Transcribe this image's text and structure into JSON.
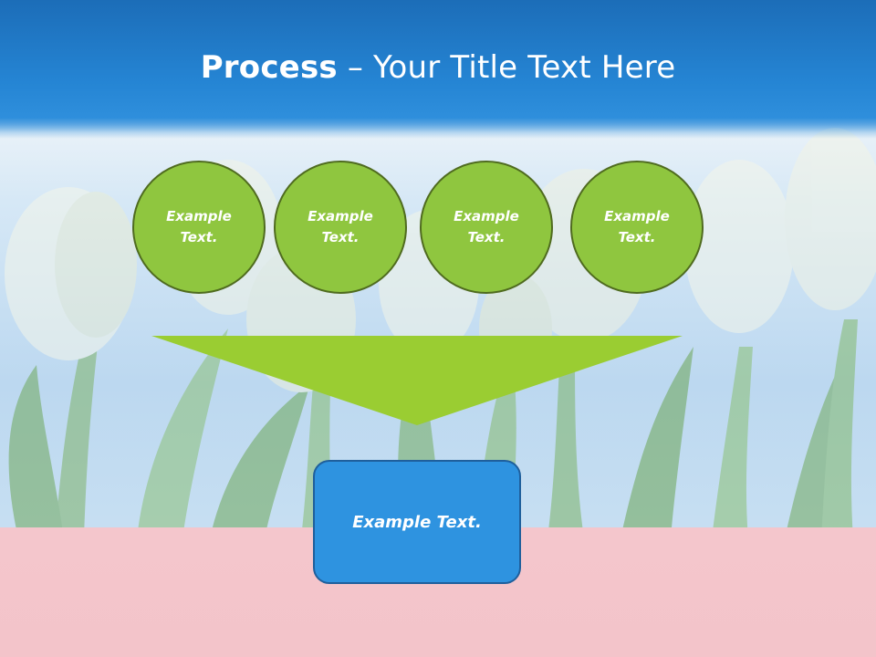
{
  "slide": {
    "title_bold": "Process",
    "title_rest": " – Your Title Text Here"
  },
  "process": {
    "steps": [
      {
        "label": "Example Text."
      },
      {
        "label": "Example Text."
      },
      {
        "label": "Example Text."
      },
      {
        "label": "Example Text."
      }
    ],
    "result_label": "Example Text."
  },
  "colors": {
    "title_band": "#2585d4",
    "circle_fill": "#8fc63f",
    "circle_border": "#4f6b1f",
    "funnel_fill": "#9acd32",
    "result_fill": "#2e93e0",
    "result_border": "#1f5f9c",
    "ground": "#f4c6cc"
  }
}
